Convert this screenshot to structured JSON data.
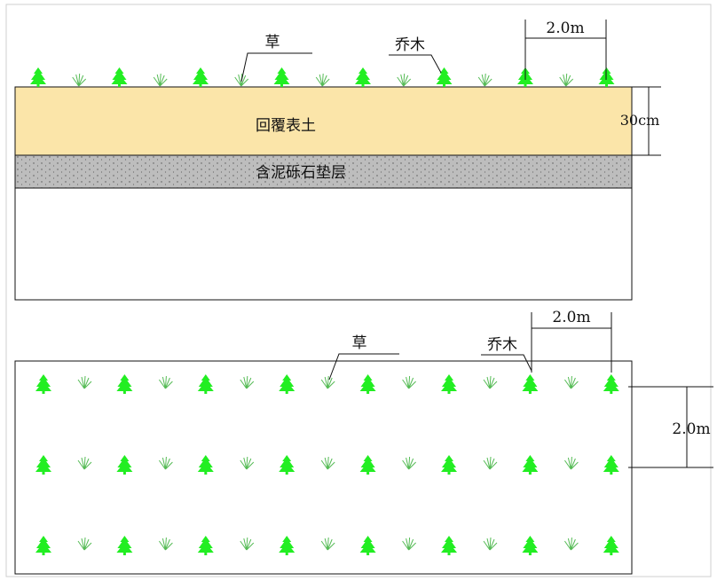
{
  "section_view": {
    "label_grass": "草",
    "label_tree": "乔木",
    "spacing": "2.0m",
    "layer_topsoil": "回覆表土",
    "layer_gravel": "含泥砾石垫层",
    "thickness": "30cm"
  },
  "plan_view": {
    "label_grass": "草",
    "label_tree": "乔木",
    "spacing_horizontal": "2.0m",
    "spacing_vertical": "2.0m"
  },
  "colors": {
    "tree": "#22ee22",
    "grass": "#55bb55",
    "topsoil": "#fbe5a9",
    "gravel": "#bdbdbd",
    "line": "#111111"
  },
  "icons": [
    "tree-icon",
    "grass-icon"
  ]
}
